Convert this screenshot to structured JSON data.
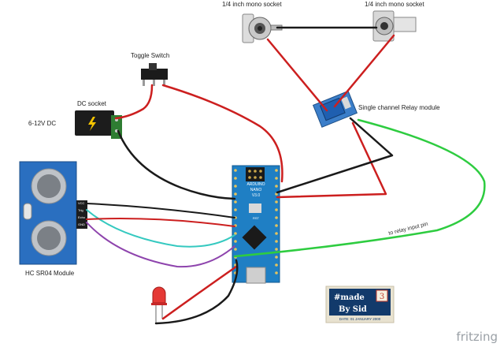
{
  "labels": {
    "socket_left": "1/4 inch mono socket",
    "socket_right": "1/4 inch mono socket",
    "toggle": "Toggle Switch",
    "dc_socket": "DC socket",
    "dc_voltage": "6-12V DC",
    "relay": "Single channel Relay module",
    "relay_pin": "to relay input pin",
    "sensor": "HC SR04 Module",
    "sensor_pins": [
      "VCC",
      "Trig",
      "Echo",
      "GND"
    ],
    "board_line1": "ARDUINO",
    "board_line2": "NANO",
    "board_line3": "V3.0",
    "board_rst": "RST"
  },
  "stamp": {
    "line1": "#made",
    "line2": "By Sid",
    "number": "3",
    "date": "DATE: 01 JANUARY 2000"
  },
  "brand": "fritzing",
  "colors": {
    "wire_red": "#cc1f1f",
    "wire_black": "#1a1a1a",
    "wire_green": "#2ecc40",
    "wire_cyan": "#35c9c0",
    "wire_purple": "#8e44ad",
    "board_blue": "#1f7fc4",
    "sensor_blue": "#2a6fc0"
  },
  "icons": [
    "lightning-icon",
    "led-icon",
    "usb-port-icon",
    "chip-icon"
  ]
}
